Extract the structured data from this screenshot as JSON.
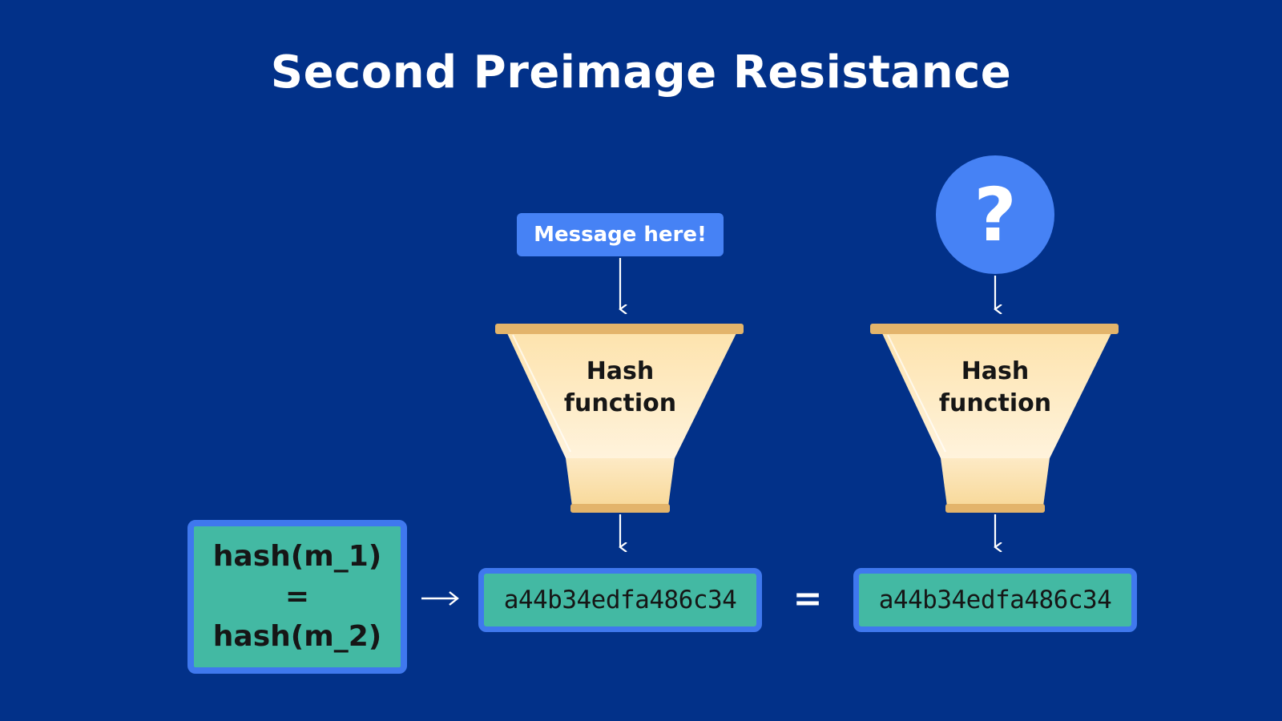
{
  "title": "Second Preimage Resistance",
  "message_label": "Message here!",
  "unknown_input_symbol": "?",
  "left_funnel": {
    "label_line1": "Hash",
    "label_line2": "function"
  },
  "right_funnel": {
    "label_line1": "Hash",
    "label_line2": "function"
  },
  "equation": {
    "line1": "hash(m_1)",
    "line2": "=",
    "line3": "hash(m_2)"
  },
  "output_left": "a44b34edfa486c34",
  "output_right": "a44b34edfa486c34",
  "equals_symbol": "=",
  "colors": {
    "background": "#023189",
    "accent_blue": "#4682f5",
    "box_border": "#3f78ee",
    "hash_box_fill": "#43b9a3",
    "funnel_rim": "#e3b46b",
    "funnel_body": "#fde8bd"
  },
  "icons": {
    "arrow_down": "arrow-down-icon",
    "arrow_right": "arrow-right-icon",
    "funnel": "funnel-icon"
  }
}
